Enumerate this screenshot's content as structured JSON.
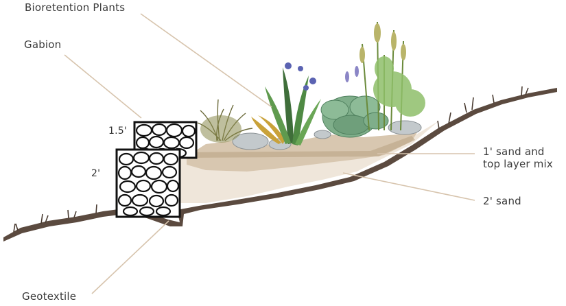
{
  "labels": {
    "bioretention_plants": "Bioretention Plants",
    "gabion": "Gabion",
    "dim_top": "1.5'",
    "dim_bottom": "2'",
    "sand_top_line1": "1' sand and",
    "sand_top_line2": "top layer mix",
    "sand_bottom": "2' sand",
    "geotextile": "Geotextile"
  },
  "colors": {
    "ground": "#5b4a3f",
    "sand_light": "#efe6da",
    "sand_top": "#cbb79e",
    "leader": "#d7c4ad",
    "rock": "#bfc5c9",
    "foliage_dark": "#3f6e3a",
    "foliage_light": "#8fbf6a",
    "iris": "#5b63b2",
    "hosta": "#7fae8a",
    "gold": "#c9a23a"
  }
}
